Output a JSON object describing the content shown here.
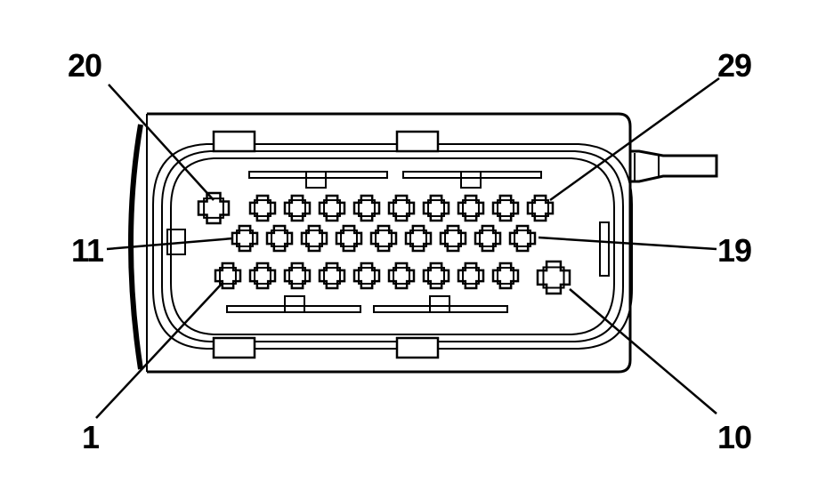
{
  "diagram": {
    "pin_labels": {
      "p20": "20",
      "p29": "29",
      "p11": "11",
      "p19": "19",
      "p1": "1",
      "p10": "10"
    }
  }
}
